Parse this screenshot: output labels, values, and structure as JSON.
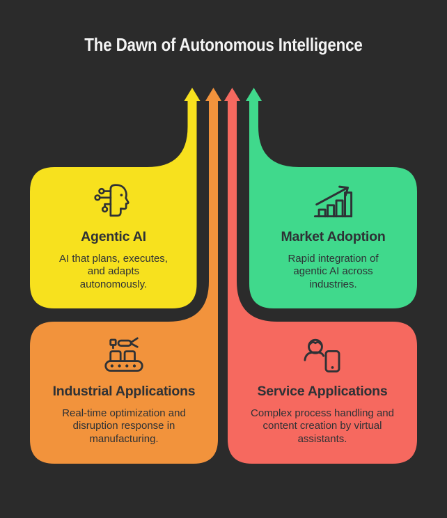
{
  "title": "The Dawn of Autonomous Intelligence",
  "colors": {
    "bg": "#2B2B2B",
    "ink": "#2E3135",
    "title": "#F4F4F4"
  },
  "cards": [
    {
      "id": "agentic-ai",
      "title": "Agentic AI",
      "body": "AI that plans, executes,\nand adapts\nautonomously.",
      "color": "#F7E11E",
      "icon": "ai-head-icon"
    },
    {
      "id": "market-adoption",
      "title": "Market Adoption",
      "body": "Rapid integration of\nagentic AI across\nindustries.",
      "color": "#40D98C",
      "icon": "growth-chart-icon"
    },
    {
      "id": "industrial-applications",
      "title": "Industrial Applications",
      "body": "Real-time optimization and\ndisruption response in\nmanufacturing.",
      "color": "#F2933C",
      "icon": "factory-icon"
    },
    {
      "id": "service-applications",
      "title": "Service Applications",
      "body": "Complex process handling and\ncontent creation by virtual\nassistants.",
      "color": "#F6695F",
      "icon": "person-device-icon"
    }
  ]
}
